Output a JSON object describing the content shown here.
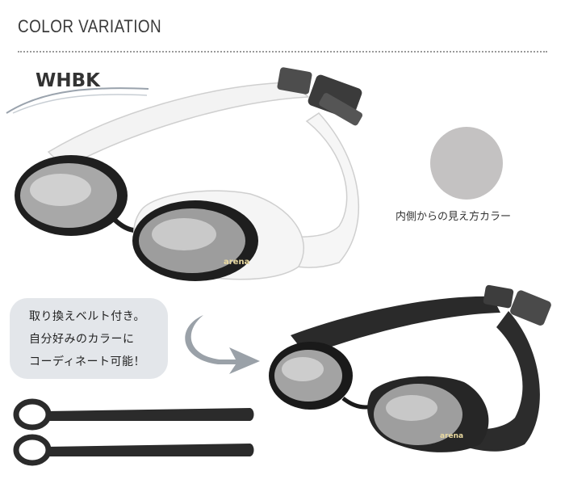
{
  "header": {
    "title": "COLOR VARIATION"
  },
  "variant": {
    "code": "WHBK"
  },
  "swatch": {
    "color": "#c4c2c2",
    "caption": "内側からの見え方カラー"
  },
  "callout": {
    "lines": [
      "取り換えベルト付き。",
      "自分好みのカラーに",
      "コーディネート可能！"
    ]
  },
  "product": {
    "brand": "arena"
  },
  "colors": {
    "strap_white": "#f4f4f4",
    "strap_black": "#2a2a2a",
    "frame_black": "#1e1e1e"
  }
}
